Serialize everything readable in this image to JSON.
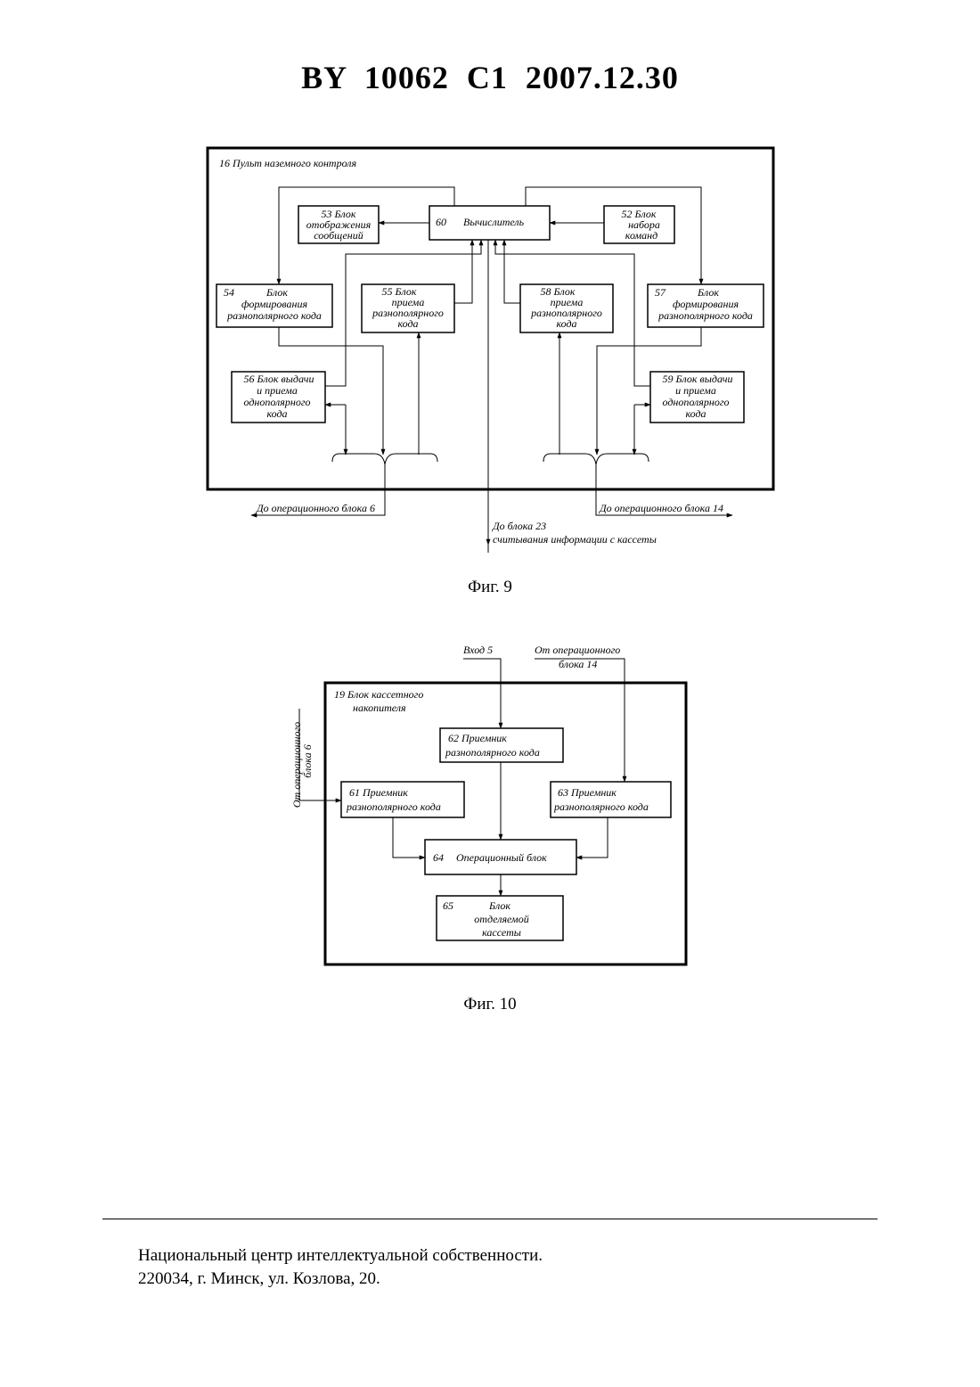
{
  "header": {
    "title": "BY  10062  C1  2007.12.30"
  },
  "fig9": {
    "caption": "Фиг. 9",
    "frame_label": "16  Пульт наземного контроля",
    "blocks": {
      "b53": [
        "53  Блок",
        "отображения",
        "сообщений"
      ],
      "b60": [
        "60",
        "Вычислитель"
      ],
      "b52": [
        "52  Блок",
        "набора",
        "команд"
      ],
      "b54": [
        "54",
        "Блок",
        "формирования",
        "разнополярного кода"
      ],
      "b55": [
        "55  Блок",
        "приема",
        "разнополярного",
        "кода"
      ],
      "b58": [
        "58  Блок",
        "приема",
        "разнополярного",
        "кода"
      ],
      "b57": [
        "57",
        "Блок",
        "формирования",
        "разнополярного кода"
      ],
      "b56": [
        "56  Блок выдачи",
        "и приема",
        "однополярного",
        "кода"
      ],
      "b59": [
        "59  Блок выдачи",
        "и приема",
        "однополярного",
        "кода"
      ]
    },
    "outputs": {
      "left": "До операционного блока 6",
      "right": "До операционного блока 14",
      "center_line1": "До блока 23",
      "center_line2": "считывания информации с кассеты"
    }
  },
  "fig10": {
    "caption": "Фиг. 10",
    "frame_label": [
      "19  Блок кассетного",
      "накопителя"
    ],
    "inputs": {
      "vhod": "Вход 5",
      "ot14_line1": "От операционного",
      "ot14_line2": "блока 14",
      "ot6_line1": "От операционного",
      "ot6_line2": "блока 6"
    },
    "blocks": {
      "b62": [
        "62  Приемник",
        "разнополярного кода"
      ],
      "b61": [
        "61  Приемник",
        "разнополярного кода"
      ],
      "b63": [
        "63  Приемник",
        "разнополярного кода"
      ],
      "b64": [
        "64",
        "Операционный блок"
      ],
      "b65": [
        "65",
        "Блок",
        "отделяемой",
        "кассеты"
      ]
    }
  },
  "footer": {
    "org": "Национальный центр интеллектуальной собственности.",
    "address": "220034, г. Минск, ул. Козлова, 20."
  }
}
